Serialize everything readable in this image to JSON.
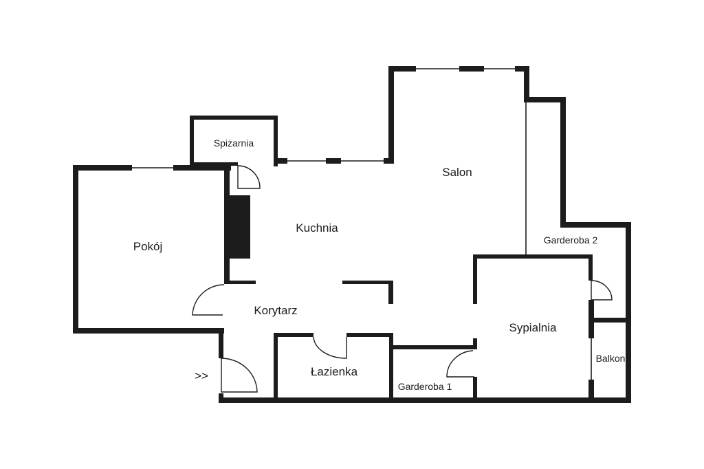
{
  "rooms": {
    "spizarnia": "Spiżarnia",
    "salon": "Salon",
    "kuchnia": "Kuchnia",
    "pokoj": "Pokój",
    "garderoba2": "Garderoba 2",
    "korytarz": "Korytarz",
    "sypialnia": "Sypialnia",
    "balkon": "Balkon",
    "lazienka": "Łazienka",
    "garderoba1": "Garderoba 1"
  },
  "entrance_marker": ">>"
}
